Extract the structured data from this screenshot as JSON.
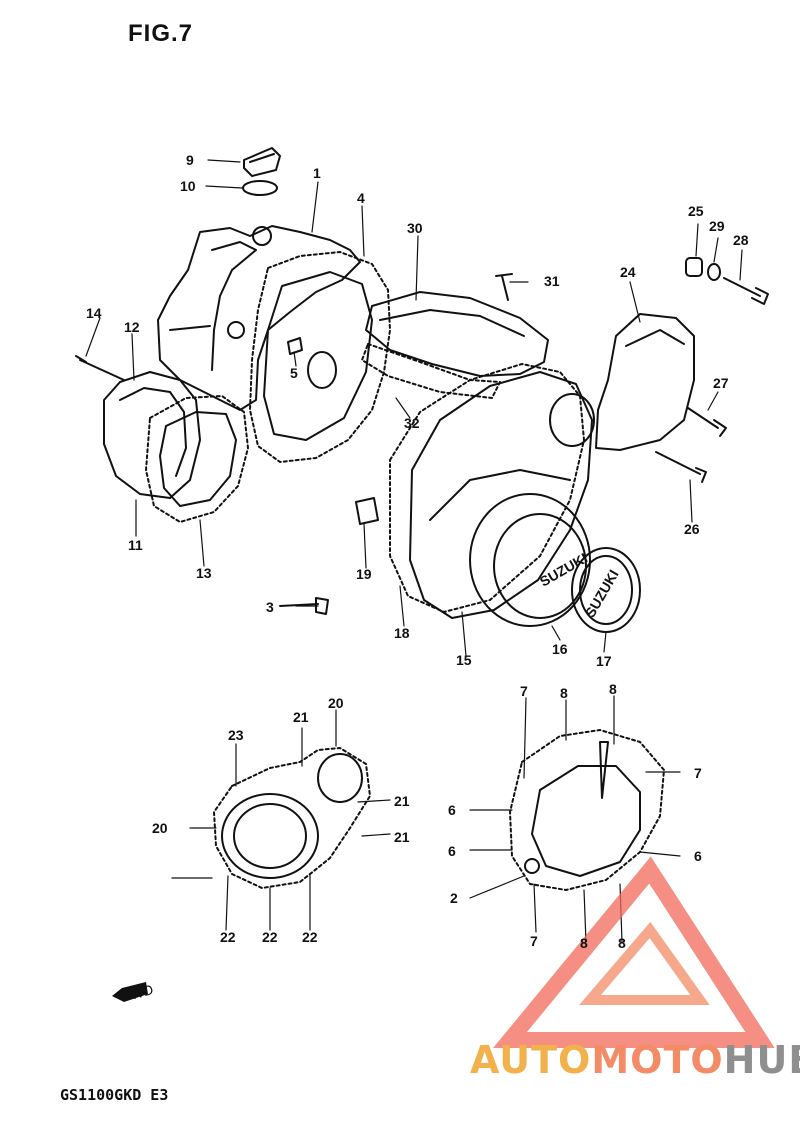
{
  "figure_title": "FIG.7",
  "model_code": "GS1100GKD E3",
  "watermark": {
    "part1": "AUTO",
    "part2": "MOTO",
    "part3": "HUB",
    "colors": {
      "auto": "#f2b14a",
      "moto": "#f28b66",
      "hub": "#8f8f8f",
      "logo": "#f26a5a"
    }
  },
  "fwd_label": "FWD",
  "callouts": {
    "p1": "1",
    "p2": "2",
    "p3": "3",
    "p4": "4",
    "p5": "5",
    "p6a": "6",
    "p6b": "6",
    "p6c": "6",
    "p7a": "7",
    "p7b": "7",
    "p7c": "7",
    "p8a": "8",
    "p8b": "8",
    "p8c": "8",
    "p8d": "8",
    "p9": "9",
    "p10": "10",
    "p11": "11",
    "p12": "12",
    "p13": "13",
    "p14": "14",
    "p15": "15",
    "p16": "16",
    "p17": "17",
    "p18": "18",
    "p19": "19",
    "p20a": "20",
    "p20b": "20",
    "p21a": "21",
    "p21b": "21",
    "p21c": "21",
    "p22a": "22",
    "p22b": "22",
    "p22c": "22",
    "p23": "23",
    "p24": "24",
    "p25": "25",
    "p26": "26",
    "p27": "27",
    "p28": "28",
    "p29": "29",
    "p30": "30",
    "p31": "31",
    "p32": "32"
  },
  "badge_texts": {
    "cover_logo": "SUZUKI",
    "cap_logo": "SUZUKI"
  }
}
